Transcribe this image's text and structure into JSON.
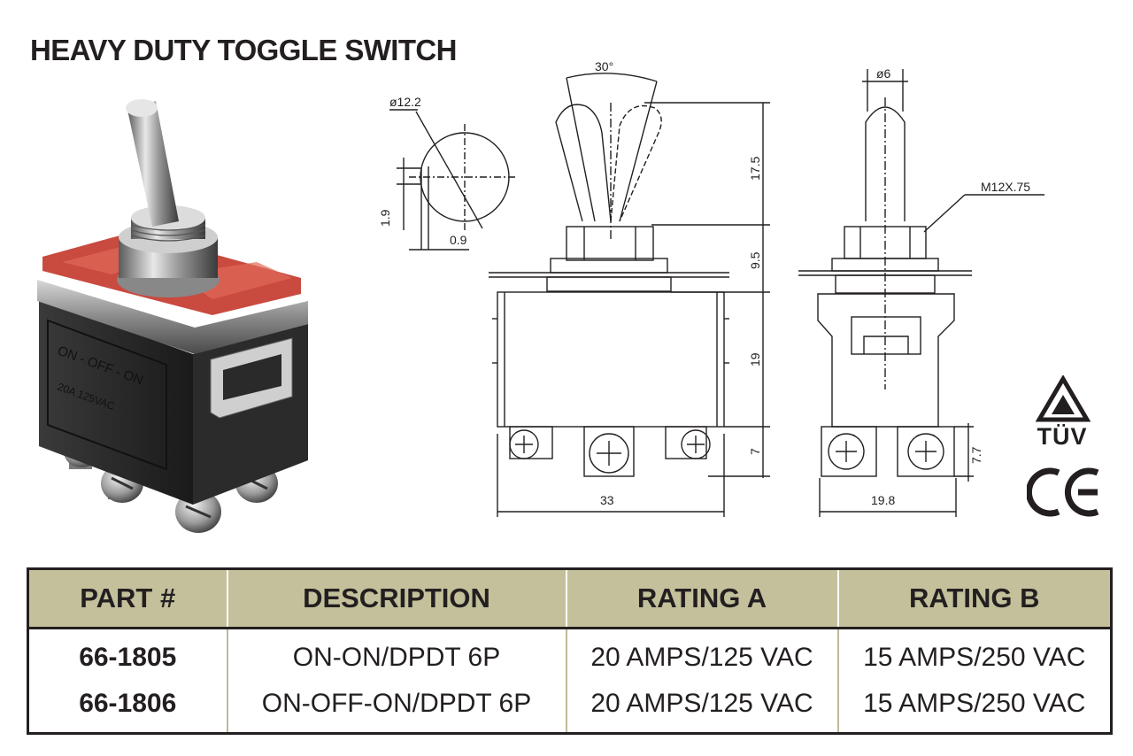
{
  "title": "HEAVY DUTY TOGGLE SWITCH",
  "photo": {
    "housing_text": [
      "ON - OFF - ON",
      "20A  125VAC"
    ]
  },
  "drawing": {
    "angle": "30°",
    "hole_diameter": "ø12.2",
    "key_width": "1.9",
    "key_depth": "0.9",
    "lever_height": "17.5",
    "bushing_height": "9.5",
    "body_height": "19",
    "terminal_height": "7",
    "body_width": "33",
    "lever_diameter": "ø6",
    "thread": "M12X.75",
    "side_terminal_height": "7.7",
    "body_depth": "19.8"
  },
  "certifications": {
    "tuv": "TÜV",
    "ce": "CE"
  },
  "table": {
    "headers": [
      "PART #",
      "DESCRIPTION",
      "RATING A",
      "RATING B"
    ],
    "rows": [
      {
        "part": "66-1805",
        "description": "ON-ON/DPDT 6P",
        "rating_a": "20 AMPS/125 VAC",
        "rating_b": "15 AMPS/250 VAC"
      },
      {
        "part": "66-1806",
        "description": "ON-OFF-ON/DPDT 6P",
        "rating_a": "20 AMPS/125 VAC",
        "rating_b": "15 AMPS/250 VAC"
      }
    ]
  }
}
